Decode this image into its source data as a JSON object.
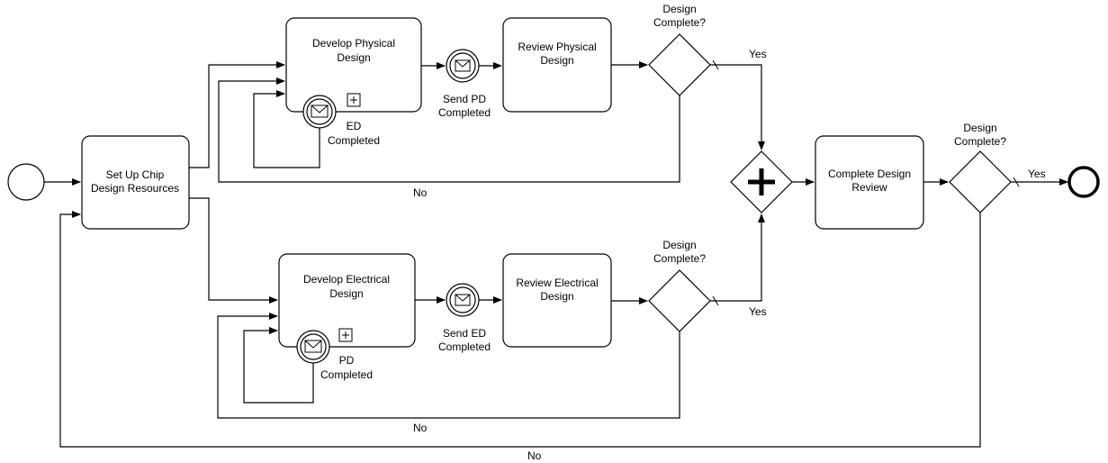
{
  "tasks": {
    "setup": [
      "Set Up Chip",
      "Design Resources"
    ],
    "develop_physical": [
      "Develop Physical",
      "Design"
    ],
    "review_physical": [
      "Review Physical",
      "Design"
    ],
    "develop_electrical": [
      "Develop Electrical",
      "Design"
    ],
    "review_electrical": [
      "Review Electrical",
      "Design"
    ],
    "complete_review": [
      "Complete Design",
      "Review"
    ]
  },
  "events": {
    "send_pd": [
      "Send PD",
      "Completed"
    ],
    "send_ed": [
      "Send ED",
      "Completed"
    ],
    "ed_completed": [
      "ED",
      "Completed"
    ],
    "pd_completed": [
      "PD",
      "Completed"
    ]
  },
  "gateways": {
    "top_label": [
      "Design",
      "Complete?"
    ],
    "bottom_label": [
      "Design",
      "Complete?"
    ],
    "final_label": [
      "Design",
      "Complete?"
    ]
  },
  "flow_labels": {
    "top_yes": "Yes",
    "bottom_yes": "Yes",
    "final_yes": "Yes",
    "top_no": "No",
    "bottom_no": "No",
    "final_no": "No"
  }
}
